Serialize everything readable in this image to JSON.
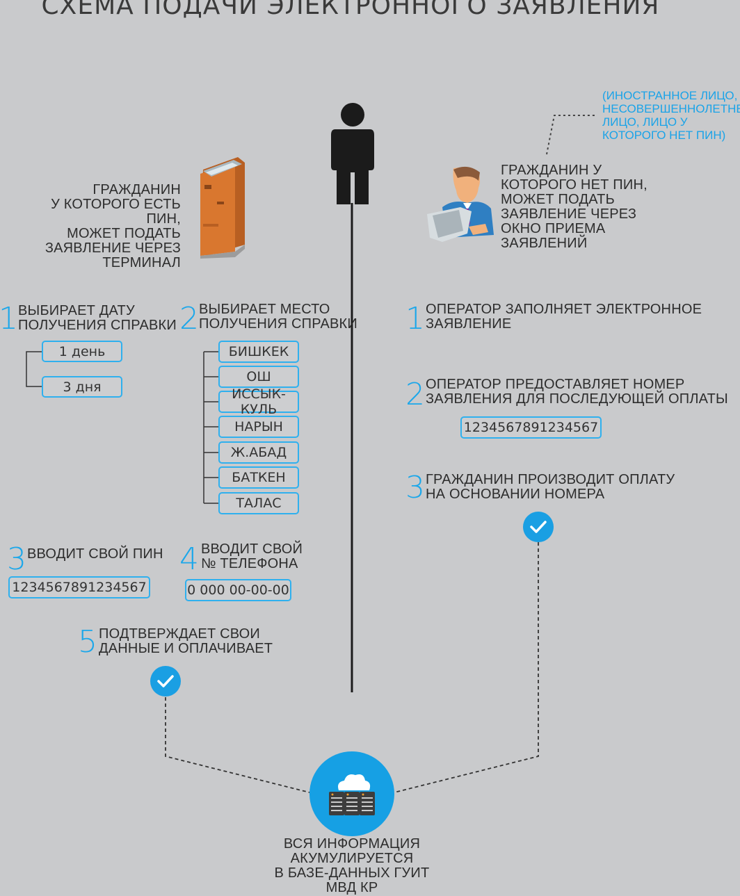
{
  "title": "СХЕМА ПОДАЧИ ЭЛЕКТРОННОГО ЗАЯВЛЕНИЯ",
  "left": {
    "intro": "ГРАЖДАНИН\nУ КОТОРОГО ЕСТЬ ПИН,\nМОЖЕТ ПОДАТЬ\nЗАЯВЛЕНИЕ ЧЕРЕЗ\nТЕРМИНАЛ",
    "step1": {
      "num": "1",
      "text": "ВЫБИРАЕТ ДАТУ\nПОЛУЧЕНИЯ СПРАВКИ",
      "options": [
        "1 день",
        "3 дня"
      ]
    },
    "step2": {
      "num": "2",
      "text": "ВЫБИРАЕТ МЕСТО\nПОЛУЧЕНИЯ СПРАВКИ",
      "options": [
        "БИШКЕК",
        "ОШ",
        "ИССЫК-КУЛЬ",
        "НАРЫН",
        "Ж.АБАД",
        "БАТКЕН",
        "ТАЛАС"
      ]
    },
    "step3": {
      "num": "3",
      "text": "ВВОДИТ СВОЙ ПИН",
      "value": "1234567891234567"
    },
    "step4": {
      "num": "4",
      "text": "ВВОДИТ СВОЙ\n№ ТЕЛЕФОНА",
      "value": "0 000 00-00-00"
    },
    "step5": {
      "num": "5",
      "text": "ПОДТВЕРЖДАЕТ СВОИ\nДАННЫЕ И ОПЛАЧИВАЕТ"
    }
  },
  "right": {
    "note": "(ИНОСТРАННОЕ ЛИЦО,\nНЕСОВЕРШЕННОЛЕТНЕЕ\nЛИЦО, ЛИЦО У\nКОТОРОГО НЕТ ПИН)",
    "intro": "ГРАЖДАНИН У\nКОТОРОГО НЕТ ПИН,\nМОЖЕТ ПОДАТЬ\nЗАЯВЛЕНИЕ ЧЕРЕЗ\nОКНО ПРИЕМА\nЗАЯВЛЕНИЙ",
    "step1": {
      "num": "1",
      "text": "ОПЕРАТОР ЗАПОЛНЯЕТ ЭЛЕКТРОННОЕ\nЗАЯВЛЕНИЕ"
    },
    "step2": {
      "num": "2",
      "text": "ОПЕРАТОР ПРЕДОСТАВЛЯЕТ НОМЕР\nЗАЯВЛЕНИЯ ДЛЯ ПОСЛЕДУЮЩЕЙ ОПЛАТЫ",
      "value": "1234567891234567"
    },
    "step3": {
      "num": "3",
      "text": "ГРАЖДАНИН ПРОИЗВОДИТ ОПЛАТУ\nНА ОСНОВАНИИ НОМЕРА"
    }
  },
  "bottom": {
    "text": "ВСЯ ИНФОРМАЦИЯ\nАКУМУЛИРУЕТСЯ\nВ БАЗЕ-ДАННЫХ ГУИТ\nМВД КР"
  },
  "colors": {
    "accent": "#1ba7ea",
    "background": "#c9cacc",
    "kiosk": "#d9772f",
    "person": "#1b1b1b"
  },
  "icons": [
    "person-icon",
    "kiosk-icon",
    "operator-icon",
    "check-icon",
    "cloud-server-icon"
  ]
}
